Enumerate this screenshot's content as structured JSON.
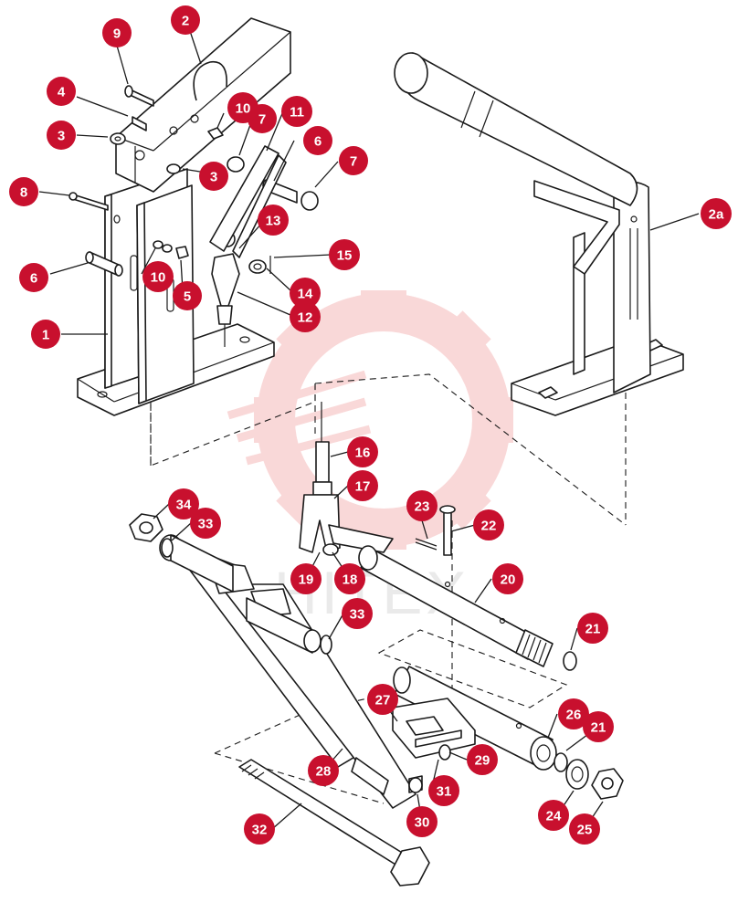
{
  "diagram": {
    "watermark_text": "HITEX",
    "accent_color": "#c8102e",
    "callouts": [
      {
        "id": "c1",
        "label": "1"
      },
      {
        "id": "c2",
        "label": "2"
      },
      {
        "id": "c2a",
        "label": "2a"
      },
      {
        "id": "c3a",
        "label": "3"
      },
      {
        "id": "c3b",
        "label": "3"
      },
      {
        "id": "c4",
        "label": "4"
      },
      {
        "id": "c5",
        "label": "5"
      },
      {
        "id": "c6a",
        "label": "6"
      },
      {
        "id": "c6b",
        "label": "6"
      },
      {
        "id": "c7a",
        "label": "7"
      },
      {
        "id": "c7b",
        "label": "7"
      },
      {
        "id": "c8",
        "label": "8"
      },
      {
        "id": "c9",
        "label": "9"
      },
      {
        "id": "c10a",
        "label": "10"
      },
      {
        "id": "c10b",
        "label": "10"
      },
      {
        "id": "c11",
        "label": "11"
      },
      {
        "id": "c12",
        "label": "12"
      },
      {
        "id": "c13",
        "label": "13"
      },
      {
        "id": "c14",
        "label": "14"
      },
      {
        "id": "c15",
        "label": "15"
      },
      {
        "id": "c16",
        "label": "16"
      },
      {
        "id": "c17",
        "label": "17"
      },
      {
        "id": "c18",
        "label": "18"
      },
      {
        "id": "c19",
        "label": "19"
      },
      {
        "id": "c20",
        "label": "20"
      },
      {
        "id": "c21a",
        "label": "21"
      },
      {
        "id": "c21b",
        "label": "21"
      },
      {
        "id": "c22",
        "label": "22"
      },
      {
        "id": "c23",
        "label": "23"
      },
      {
        "id": "c24",
        "label": "24"
      },
      {
        "id": "c25",
        "label": "25"
      },
      {
        "id": "c26",
        "label": "26"
      },
      {
        "id": "c27",
        "label": "27"
      },
      {
        "id": "c28",
        "label": "28"
      },
      {
        "id": "c29",
        "label": "29"
      },
      {
        "id": "c30",
        "label": "30"
      },
      {
        "id": "c31",
        "label": "31"
      },
      {
        "id": "c32",
        "label": "32"
      },
      {
        "id": "c33a",
        "label": "33"
      },
      {
        "id": "c33b",
        "label": "33"
      },
      {
        "id": "c34",
        "label": "34"
      }
    ]
  }
}
